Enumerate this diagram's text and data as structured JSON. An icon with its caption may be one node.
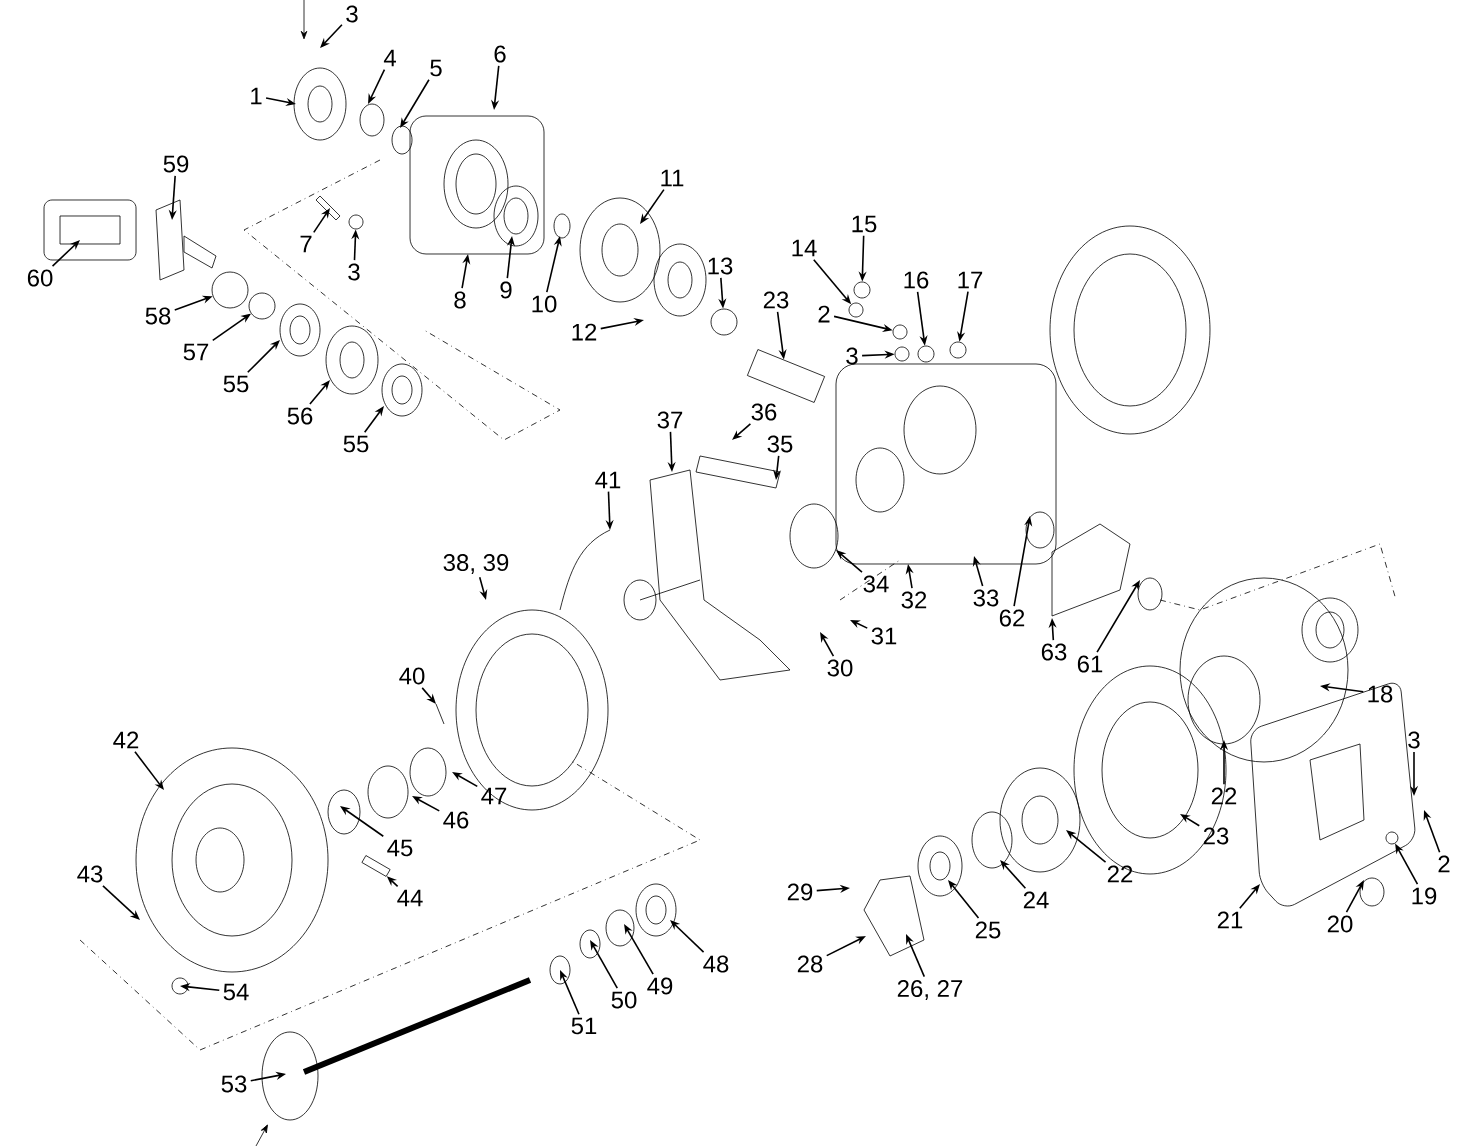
{
  "diagram": {
    "nodes": [
      {
        "text": [
          "3"
        ]
      },
      {
        "text": [
          "1"
        ]
      },
      {
        "text": [
          "4"
        ]
      },
      {
        "text": [
          "5"
        ]
      },
      {
        "text": [
          "6"
        ]
      },
      {
        "text": [
          "59"
        ]
      },
      {
        "text": [
          "11"
        ]
      },
      {
        "text": [
          "15"
        ]
      },
      {
        "text": [
          "13"
        ]
      },
      {
        "text": [
          "7"
        ]
      },
      {
        "text": [
          "14"
        ]
      },
      {
        "text": [
          "16"
        ]
      },
      {
        "text": [
          "23"
        ]
      },
      {
        "text": [
          "3"
        ]
      },
      {
        "text": [
          "60"
        ]
      },
      {
        "text": [
          "17"
        ]
      },
      {
        "text": [
          "9"
        ]
      },
      {
        "text": [
          "8"
        ]
      },
      {
        "text": [
          "10"
        ]
      },
      {
        "text": [
          "2"
        ]
      },
      {
        "text": [
          "58"
        ]
      },
      {
        "text": [
          "12"
        ]
      },
      {
        "text": [
          "3"
        ]
      },
      {
        "text": [
          "57"
        ]
      },
      {
        "text": [
          "55"
        ]
      },
      {
        "text": [
          "37"
        ]
      },
      {
        "text": [
          "36"
        ]
      },
      {
        "text": [
          "56"
        ]
      },
      {
        "text": [
          "35"
        ]
      },
      {
        "text": [
          "55"
        ]
      },
      {
        "text": [
          "41"
        ]
      },
      {
        "text": [
          "38, 39"
        ]
      },
      {
        "text": [
          "34"
        ]
      },
      {
        "text": [
          "33"
        ]
      },
      {
        "text": [
          "32"
        ]
      },
      {
        "text": [
          "62"
        ]
      },
      {
        "text": [
          "31"
        ]
      },
      {
        "text": [
          "63"
        ]
      },
      {
        "text": [
          "61"
        ]
      },
      {
        "text": [
          "30"
        ]
      },
      {
        "text": [
          "40"
        ]
      },
      {
        "text": [
          "18"
        ]
      },
      {
        "text": [
          "42"
        ]
      },
      {
        "text": [
          "3"
        ]
      },
      {
        "text": [
          "22"
        ]
      },
      {
        "text": [
          "47"
        ]
      },
      {
        "text": [
          "46"
        ]
      },
      {
        "text": [
          "23"
        ]
      },
      {
        "text": [
          "45"
        ]
      },
      {
        "text": [
          "2"
        ]
      },
      {
        "text": [
          "22"
        ]
      },
      {
        "text": [
          "43"
        ]
      },
      {
        "text": [
          "29"
        ]
      },
      {
        "text": [
          "44"
        ]
      },
      {
        "text": [
          "24"
        ]
      },
      {
        "text": [
          "19"
        ]
      },
      {
        "text": [
          "20"
        ]
      },
      {
        "text": [
          "21"
        ]
      },
      {
        "text": [
          "25"
        ]
      },
      {
        "text": [
          "28"
        ]
      },
      {
        "text": [
          "48"
        ]
      },
      {
        "text": [
          "49"
        ]
      },
      {
        "text": [
          "26, 27"
        ]
      },
      {
        "text": [
          "54"
        ]
      },
      {
        "text": [
          "50"
        ]
      },
      {
        "text": [
          "51"
        ]
      },
      {
        "text": [
          "53"
        ]
      },
      {
        "text": [],
        "shape": "circle"
      },
      {
        "text": [],
        "shape": "circle"
      },
      {
        "text": [],
        "shape": "circle"
      },
      {
        "text": [],
        "shape": "circle"
      },
      {
        "text": [],
        "shape": "box"
      },
      {
        "text": [],
        "shape": "circle"
      },
      {
        "text": [],
        "shape": "circle"
      },
      {
        "text": [],
        "shape": "circle"
      },
      {
        "text": [],
        "shape": "circle"
      },
      {
        "text": [],
        "shape": "circle"
      },
      {
        "text": [],
        "shape": "circle"
      },
      {
        "text": [],
        "shape": "box"
      },
      {
        "text": [],
        "shape": "circle"
      }
    ],
    "edges": [
      {
        "from": 0,
        "to": null,
        "arrow": "to"
      },
      {
        "from": 1,
        "to": null,
        "arrow": "to"
      },
      {
        "from": 2,
        "to": null,
        "arrow": "to"
      },
      {
        "from": 3,
        "to": null,
        "arrow": "to"
      },
      {
        "from": 4,
        "to": null,
        "arrow": "to"
      },
      {
        "from": 5,
        "to": null,
        "arrow": "to"
      },
      {
        "from": 6,
        "to": null,
        "arrow": "to"
      },
      {
        "from": 7,
        "to": 67,
        "arrow": "to"
      },
      {
        "from": 8,
        "to": 68,
        "arrow": "to"
      },
      {
        "from": 9,
        "to": null,
        "arrow": "to"
      },
      {
        "from": 10,
        "to": 69,
        "arrow": "to"
      },
      {
        "from": 11,
        "to": 70,
        "arrow": "to"
      },
      {
        "from": 12,
        "to": 71,
        "arrow": "to"
      },
      {
        "from": 13,
        "to": 72,
        "arrow": "to"
      },
      {
        "from": 14,
        "to": null,
        "arrow": "to"
      },
      {
        "from": 15,
        "to": 73,
        "arrow": "to"
      },
      {
        "from": 16,
        "to": null,
        "arrow": "to"
      },
      {
        "from": 17,
        "to": null,
        "arrow": "to"
      },
      {
        "from": 18,
        "to": null,
        "arrow": "to"
      },
      {
        "from": 19,
        "to": 74,
        "arrow": "to"
      },
      {
        "from": 20,
        "to": 75,
        "arrow": "to"
      },
      {
        "from": 21,
        "to": null,
        "arrow": "to"
      },
      {
        "from": 22,
        "to": 76,
        "arrow": "to"
      },
      {
        "from": 23,
        "to": 77,
        "arrow": "to"
      },
      {
        "from": 24,
        "to": null,
        "arrow": "to"
      },
      {
        "from": 25,
        "to": null,
        "arrow": "to"
      },
      {
        "from": 26,
        "to": null,
        "arrow": "to"
      },
      {
        "from": 27,
        "to": null,
        "arrow": "to"
      },
      {
        "from": 28,
        "to": null,
        "arrow": "to"
      },
      {
        "from": 29,
        "to": null,
        "arrow": "to"
      },
      {
        "from": 30,
        "to": null,
        "arrow": "to"
      },
      {
        "from": 31,
        "to": null,
        "arrow": "to"
      },
      {
        "from": 32,
        "to": null,
        "arrow": "to"
      },
      {
        "from": 33,
        "to": null,
        "arrow": "to"
      },
      {
        "from": 34,
        "to": null,
        "arrow": "to"
      },
      {
        "from": 35,
        "to": null,
        "arrow": "to"
      },
      {
        "from": 36,
        "to": null,
        "arrow": "to"
      },
      {
        "from": 37,
        "to": null,
        "arrow": "to"
      },
      {
        "from": 38,
        "to": null,
        "arrow": "to"
      },
      {
        "from": 39,
        "to": null,
        "arrow": "to"
      },
      {
        "from": 40,
        "to": null,
        "arrow": "to"
      },
      {
        "from": 41,
        "to": null,
        "arrow": "to"
      },
      {
        "from": 42,
        "to": null,
        "arrow": "to"
      },
      {
        "from": 43,
        "to": null,
        "arrow": "to"
      },
      {
        "from": 44,
        "to": null,
        "arrow": "to"
      },
      {
        "from": 45,
        "to": null,
        "arrow": "to"
      },
      {
        "from": 46,
        "to": null,
        "arrow": "to"
      },
      {
        "from": 47,
        "to": null,
        "arrow": "to"
      },
      {
        "from": 48,
        "to": null,
        "arrow": "to"
      },
      {
        "from": 49,
        "to": null,
        "arrow": "to"
      },
      {
        "from": 50,
        "to": null,
        "arrow": "to"
      },
      {
        "from": 51,
        "to": null,
        "arrow": "to"
      },
      {
        "from": 52,
        "to": null,
        "arrow": "to"
      },
      {
        "from": 53,
        "to": 78,
        "arrow": "to"
      },
      {
        "from": 54,
        "to": null,
        "arrow": "to"
      },
      {
        "from": 55,
        "to": 79,
        "arrow": "to"
      },
      {
        "from": 56,
        "to": null,
        "arrow": "to"
      },
      {
        "from": 57,
        "to": null,
        "arrow": "to"
      },
      {
        "from": 58,
        "to": null,
        "arrow": "to"
      },
      {
        "from": 59,
        "to": null,
        "arrow": "to"
      },
      {
        "from": 60,
        "to": null,
        "arrow": "to"
      },
      {
        "from": 61,
        "to": null,
        "arrow": "to"
      },
      {
        "from": 62,
        "to": null,
        "arrow": "to"
      },
      {
        "from": 63,
        "to": null,
        "arrow": "to"
      },
      {
        "from": 64,
        "to": null,
        "arrow": "to"
      },
      {
        "from": 65,
        "to": null,
        "arrow": "to"
      },
      {
        "from": 66,
        "to": null,
        "arrow": "to"
      }
    ]
  }
}
